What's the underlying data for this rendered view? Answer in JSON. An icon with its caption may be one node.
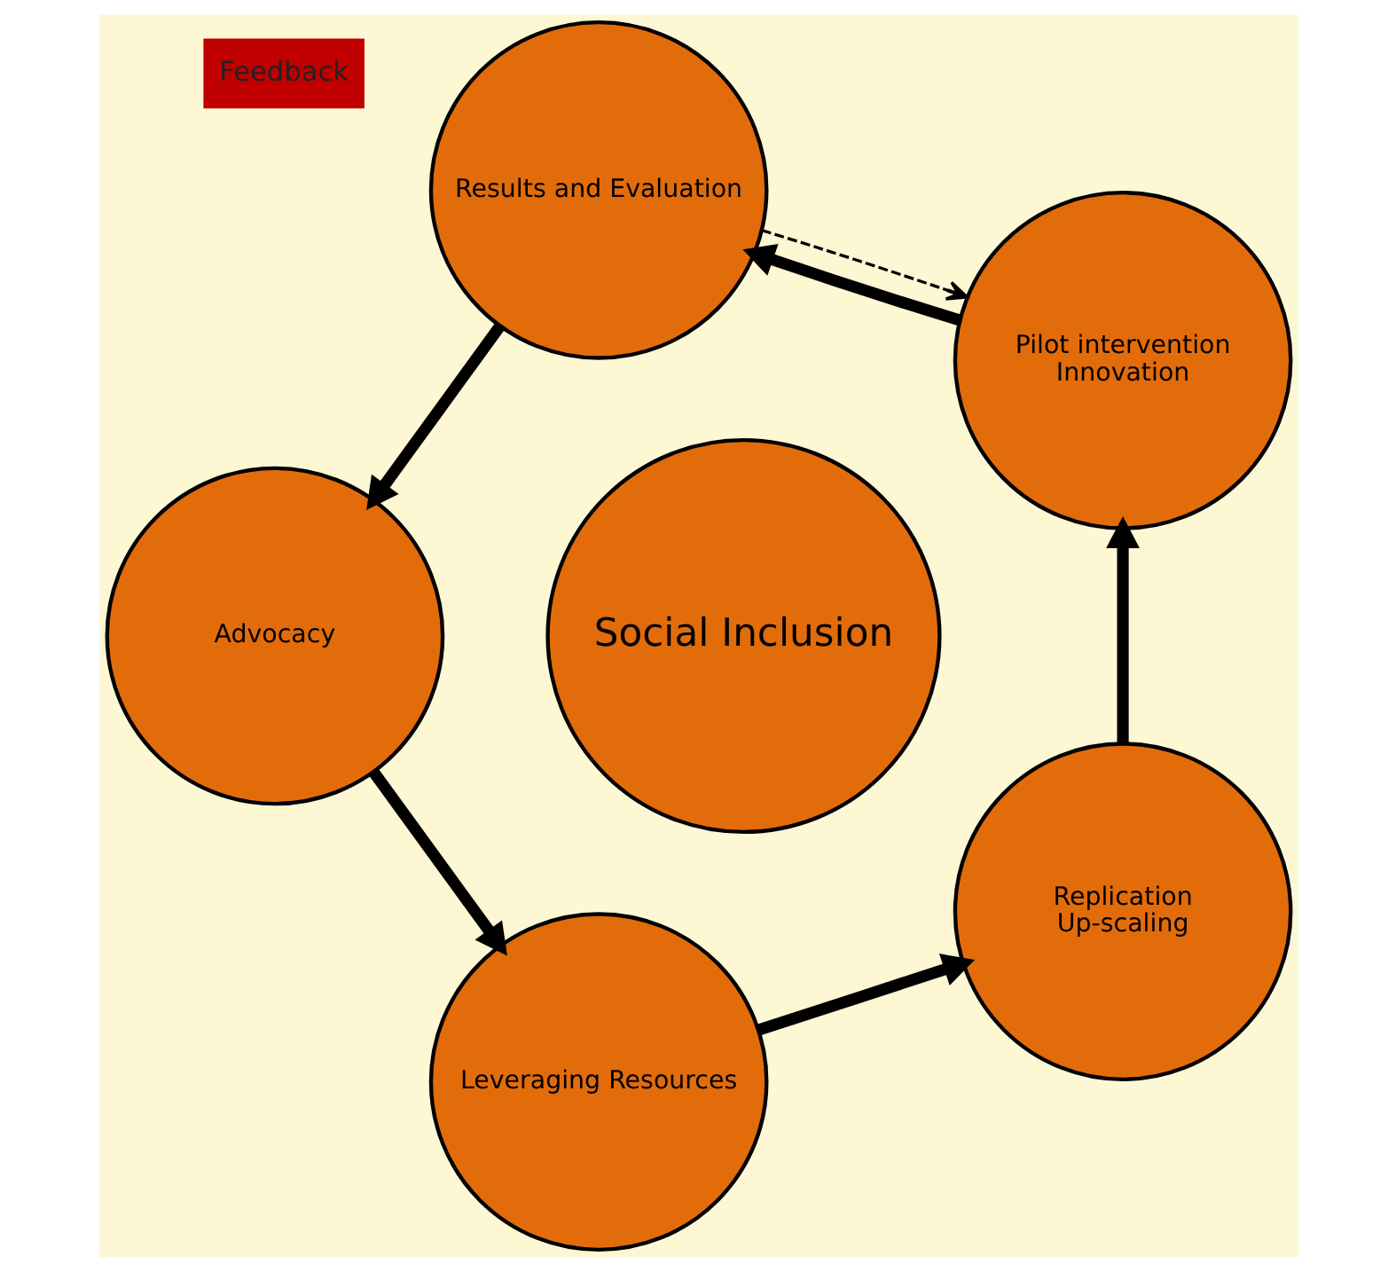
{
  "diagram": {
    "nodes": [
      {
        "text": [
          "Pilot intervention",
          "Innovation"
        ]
      },
      {
        "text": [
          "Results and Evaluation"
        ]
      },
      {
        "text": [
          "Advocacy"
        ]
      },
      {
        "text": [
          "Leveraging Resources"
        ]
      },
      {
        "text": [
          "Replication",
          "Up-scaling"
        ]
      },
      {
        "text": [
          "Social Inclusion"
        ]
      }
    ],
    "edges": [
      {
        "from": 0,
        "to": 1,
        "arrow": "to"
      },
      {
        "from": 1,
        "to": 2,
        "arrow": "to"
      },
      {
        "from": 2,
        "to": 3,
        "arrow": "to"
      },
      {
        "from": 3,
        "to": 4,
        "arrow": "to"
      },
      {
        "from": 4,
        "to": 0,
        "arrow": "to"
      },
      {
        "from": 1,
        "to": 0,
        "arrow": "to",
        "style": "dashed"
      }
    ],
    "labels": [
      "Feedback"
    ]
  }
}
